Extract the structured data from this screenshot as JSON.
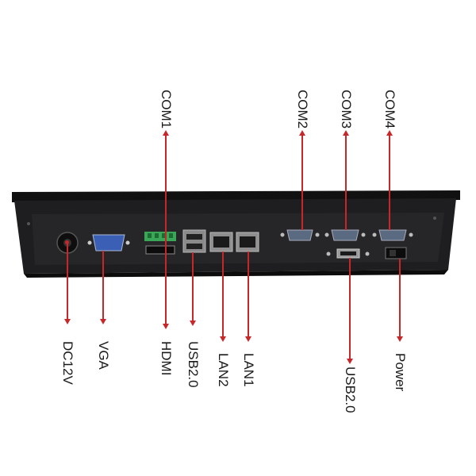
{
  "labels": {
    "com1": "COM1",
    "com2": "COM2",
    "com3": "COM3",
    "com4": "COM4",
    "dc12v": "DC12V",
    "vga": "VGA",
    "hdmi": "HDMI",
    "usb_left": "USB2.0",
    "lan2": "LAN2",
    "lan1": "LAN1",
    "usb_right": "USB2.0",
    "power": "Power"
  },
  "colors": {
    "arrow": "#c8272a",
    "chassis": "#1b1b1c",
    "vga_port": "#3b5fb4",
    "terminal_block": "#3aa657"
  }
}
